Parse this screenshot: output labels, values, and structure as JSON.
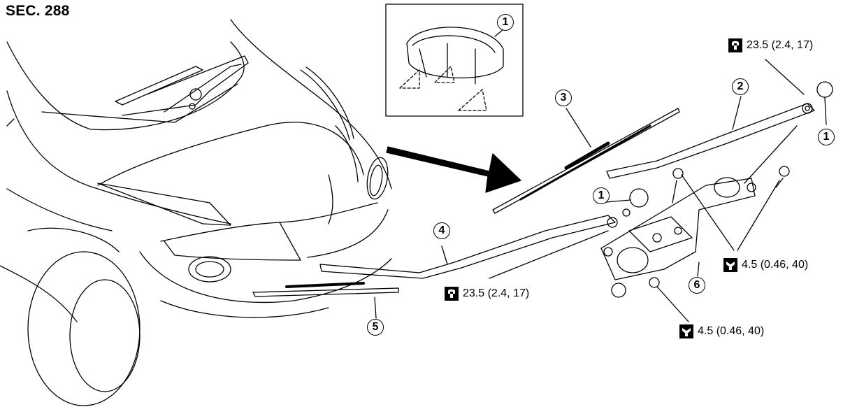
{
  "section": "SEC. 288",
  "callouts": {
    "c1_inset": "1",
    "c1_right": "1",
    "c1_mid": "1",
    "c2": "2",
    "c3": "3",
    "c4": "4",
    "c5": "5",
    "c6": "6"
  },
  "torques": {
    "arm_right": "23.5 (2.4, 17)",
    "arm_left": "23.5 (2.4, 17)",
    "bolt_right": "4.5 (0.46, 40)",
    "bolt_bottom": "4.5 (0.46, 40)"
  },
  "icons": {
    "torque": "torque-wrench-icon"
  }
}
